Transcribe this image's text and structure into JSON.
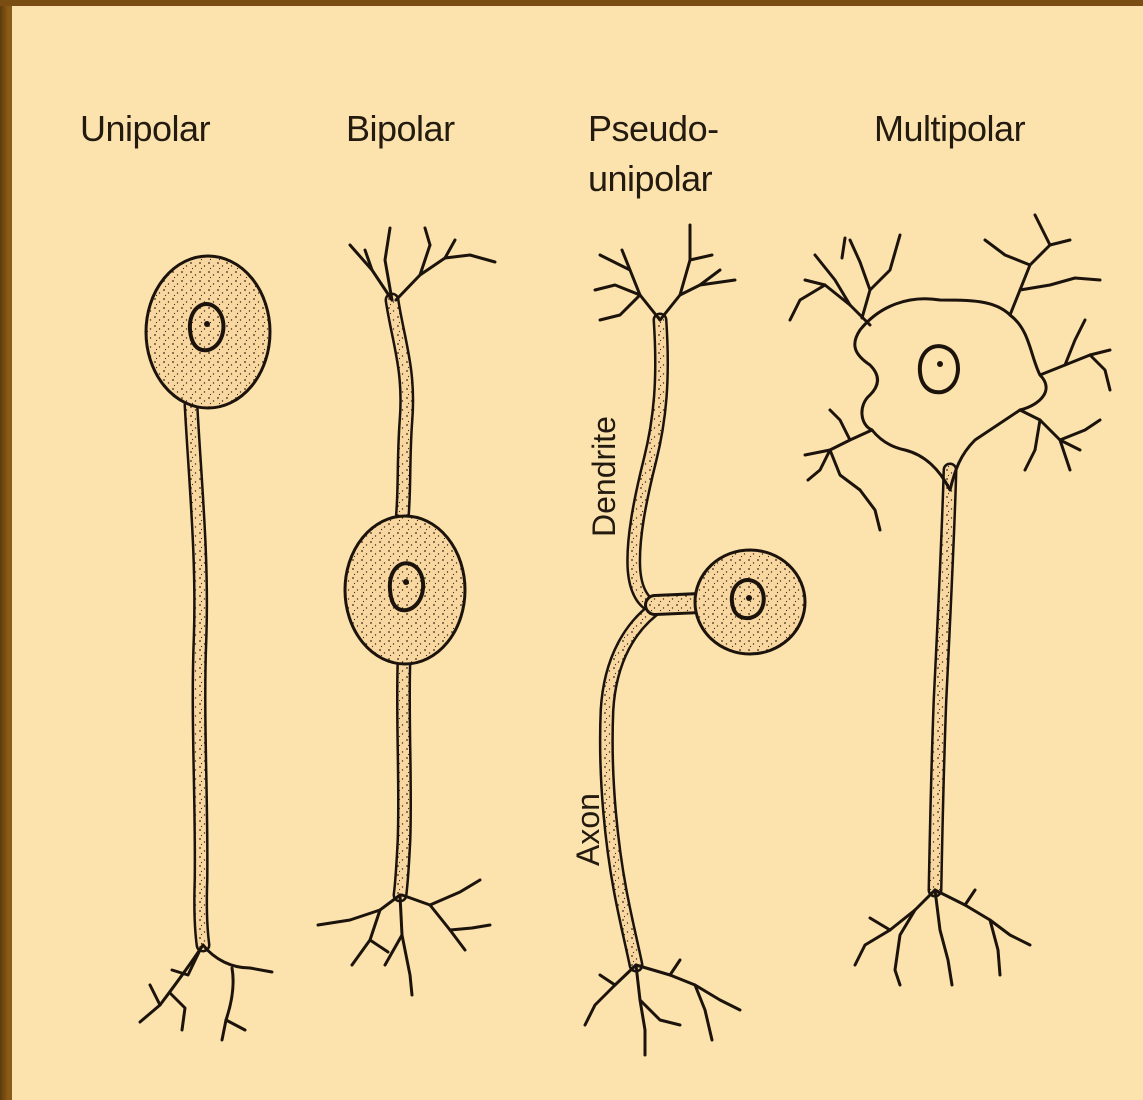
{
  "neuron_types": [
    {
      "label": "Unipolar"
    },
    {
      "label": "Bipolar"
    },
    {
      "label_line1": "Pseudo-",
      "label_line2": "unipolar"
    },
    {
      "label": "Multipolar"
    }
  ],
  "annotations": {
    "dendrite": "Dendrite",
    "axon": "Axon"
  },
  "colors": {
    "background": "#fce3ad",
    "border": "#8a5a17",
    "ink": "#1b130c",
    "stipple": "#3a2a18"
  }
}
